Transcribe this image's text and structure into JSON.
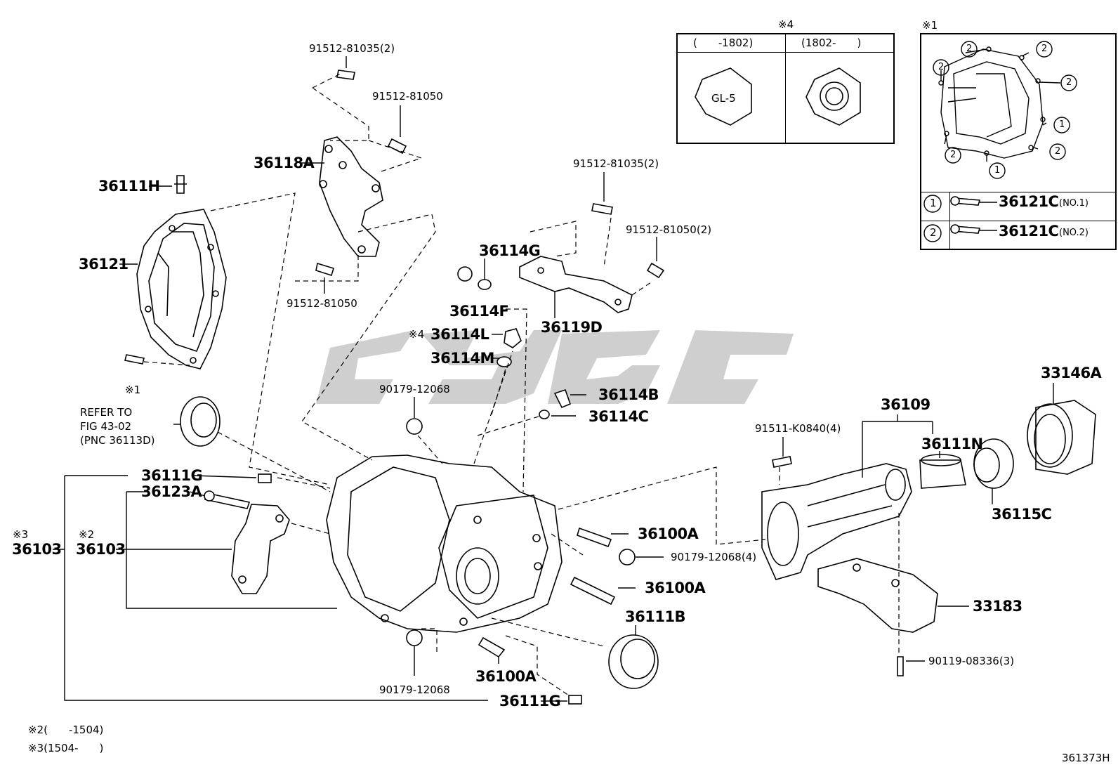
{
  "watermark": "SGC",
  "figure_code": "361373H",
  "parts": {
    "p91512_81035_top": "91512-81035(2)",
    "p91512_81050_top": "91512-81050",
    "p36118A": "36118A",
    "p36111H": "36111H",
    "p36121": "36121",
    "p91512_81050_mid": "91512-81050",
    "star1_left": "※1",
    "refer": [
      "REFER TO",
      "FIG 43-02",
      "(PNC 36113D)"
    ],
    "p91512_81035_right": "91512-81035(2)",
    "p91512_81050_right": "91512-81050(2)",
    "p36114G": "36114G",
    "p36114F": "36114F",
    "p36119D": "36119D",
    "p36114L_prefix": "※4",
    "p36114L": "36114L",
    "p36114M": "36114M",
    "p90179_12068_top": "90179-12068",
    "p36114B": "36114B",
    "p36114C": "36114C",
    "p36111G_top": "36111G",
    "p36123A": "36123A",
    "star3": "※3",
    "star2": "※2",
    "p36103_a": "36103",
    "p36103_b": "36103",
    "p36100A_1": "36100A",
    "p90179_12068_4": "90179-12068(4)",
    "p36100A_2": "36100A",
    "p36111B": "36111B",
    "p36100A_3": "36100A",
    "p90179_12068_bot": "90179-12068",
    "p36111G_bot": "36111G",
    "p91511_K0840": "91511-K0840(4)",
    "p36109": "36109",
    "p36111N": "36111N",
    "p33146A": "33146A",
    "p36115C": "36115C",
    "p33183": "33183",
    "p90119_08336": "90119-08336(3)"
  },
  "notes": {
    "n2": "※2(　　-1504)",
    "n3": "※3(1504-　　)"
  },
  "inset4": {
    "mark": "※4",
    "col1": "(　　-1802)",
    "col2": "(1802-　　)",
    "plug_label": "GL-5"
  },
  "inset1": {
    "mark": "※1",
    "callouts": [
      "2",
      "2",
      "2",
      "2",
      "1",
      "2",
      "2",
      "1"
    ],
    "row1": {
      "num": "1",
      "part": "36121C",
      "spec": "(NO.1)"
    },
    "row2": {
      "num": "2",
      "part": "36121C",
      "spec": "(NO.2)"
    }
  }
}
